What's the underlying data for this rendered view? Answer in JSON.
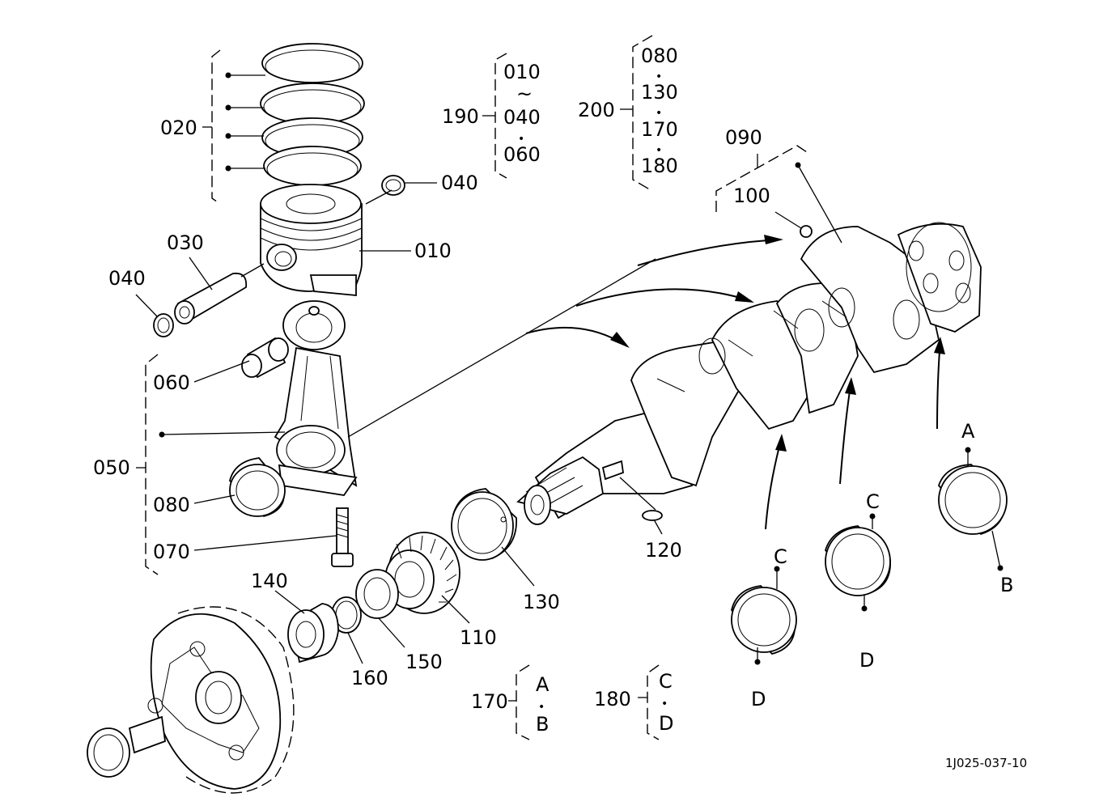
{
  "diagram": {
    "reference": "1J025-037-10",
    "callouts": {
      "c010": "010",
      "c020": "020",
      "c030": "030",
      "c040a": "040",
      "c040b": "040",
      "c050": "050",
      "c060": "060",
      "c070": "070",
      "c080": "080",
      "c090": "090",
      "c100": "100",
      "c110": "110",
      "c120": "120",
      "c130": "130",
      "c140": "140",
      "c150": "150",
      "c160": "160",
      "c170": "170",
      "c180": "180",
      "c190": "190",
      "c200": "200"
    },
    "group190": {
      "a": "010",
      "tilde": "~",
      "b": "040",
      "dot": "•",
      "c": "060"
    },
    "group200": {
      "a": "080",
      "b": "130",
      "c": "170",
      "d": "180",
      "dot": "•"
    },
    "group170": {
      "a": "A",
      "dot": "•",
      "b": "B"
    },
    "group180": {
      "a": "C",
      "dot": "•",
      "b": "D"
    },
    "bearing_letters": {
      "right_top": "A",
      "right_bottom": "B",
      "mid_top": "C",
      "mid_bottom": "D",
      "left_top": "C",
      "left_bottom": "D"
    }
  }
}
